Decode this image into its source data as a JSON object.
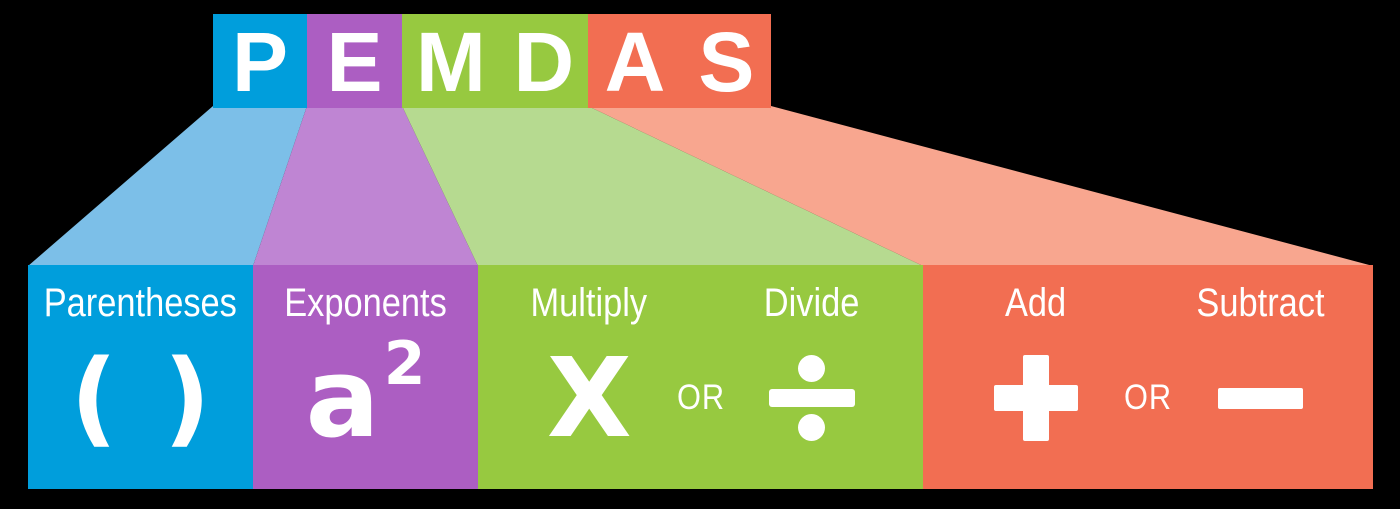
{
  "title": "PEMDAS",
  "colors": {
    "background": "#000000",
    "text": "#ffffff",
    "blue": "#009edc",
    "blue_light": "#7cbfe8",
    "purple": "#ac5ec2",
    "purple_light": "#bf85d3",
    "green": "#97c940",
    "green_light": "#b6da90",
    "red": "#f26e52",
    "red_light": "#f8a68f"
  },
  "header": {
    "segments": [
      {
        "name": "P",
        "letters": [
          "P"
        ]
      },
      {
        "name": "E",
        "letters": [
          "E"
        ]
      },
      {
        "name": "MD",
        "letters": [
          "M",
          "D"
        ]
      },
      {
        "name": "AS",
        "letters": [
          "A",
          "S"
        ]
      }
    ]
  },
  "sections": [
    {
      "label": "Parentheses",
      "symbol_open": "(",
      "symbol_close": ")"
    },
    {
      "label": "Exponents",
      "symbol_base": "a",
      "symbol_exponent": "2"
    },
    {
      "label_left": "Multiply",
      "label_right": "Divide",
      "symbol_left": "X",
      "conjunction": "OR",
      "symbol_right": "÷"
    },
    {
      "label_left": "Add",
      "label_right": "Subtract",
      "symbol_left": "+",
      "conjunction": "OR",
      "symbol_right": "−"
    }
  ]
}
